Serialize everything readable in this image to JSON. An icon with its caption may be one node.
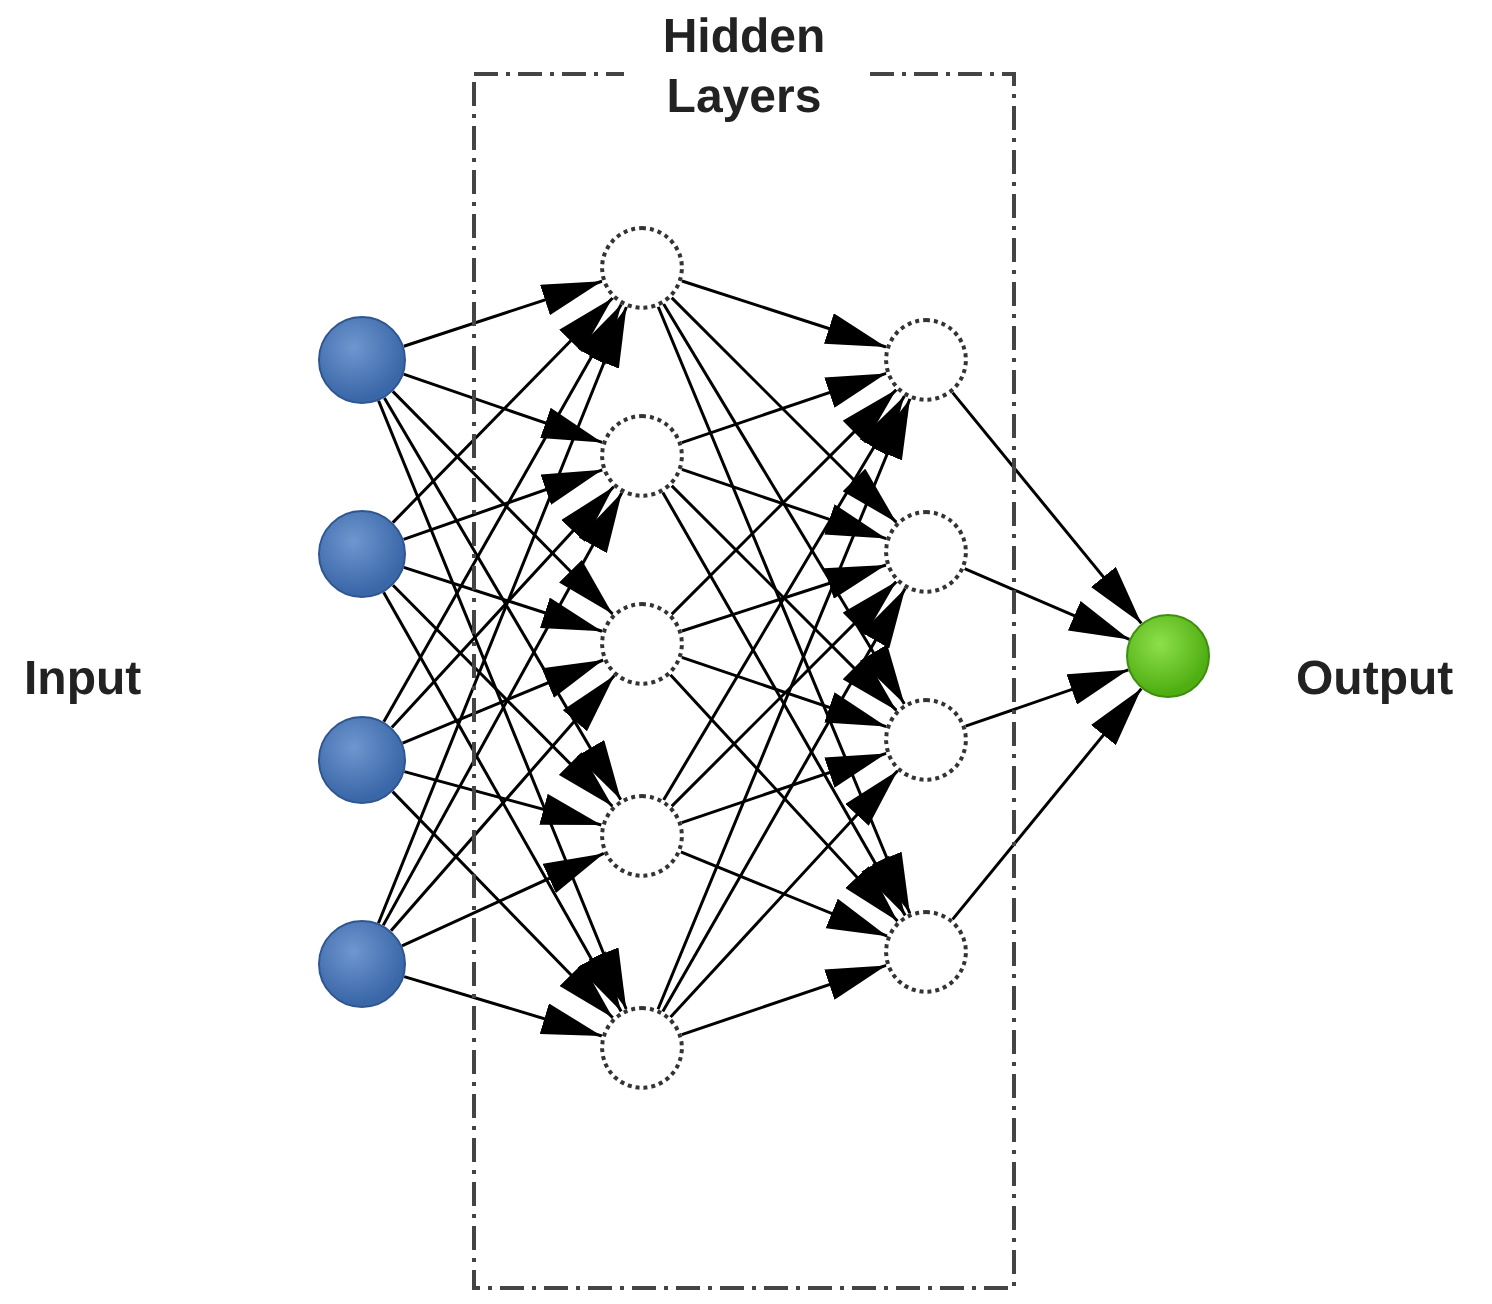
{
  "diagram": {
    "nodes": [
      {
        "text": [],
        "shape": "circle"
      },
      {
        "text": [],
        "shape": "circle"
      },
      {
        "text": [],
        "shape": "circle"
      },
      {
        "text": [],
        "shape": "circle"
      },
      {
        "text": [
          "Hidden Layers"
        ]
      },
      {
        "text": [],
        "shape": "circle",
        "in": 4
      },
      {
        "text": [],
        "shape": "circle",
        "in": 4
      },
      {
        "text": [],
        "shape": "circle",
        "in": 4
      },
      {
        "text": [],
        "shape": "circle",
        "in": 4
      },
      {
        "text": [],
        "shape": "circle",
        "in": 4
      },
      {
        "text": [],
        "shape": "circle",
        "in": 4
      },
      {
        "text": [],
        "shape": "circle",
        "in": 4
      },
      {
        "text": [],
        "shape": "circle",
        "in": 4
      },
      {
        "text": [],
        "shape": "circle",
        "in": 4
      },
      {
        "text": [],
        "shape": "circle"
      }
    ],
    "edges": [
      {
        "from": 0,
        "to": 5,
        "arrow": "to"
      },
      {
        "from": 0,
        "to": 6,
        "arrow": "to"
      },
      {
        "from": 0,
        "to": 7,
        "arrow": "to"
      },
      {
        "from": 0,
        "to": 8,
        "arrow": "to"
      },
      {
        "from": 0,
        "to": 9,
        "arrow": "to"
      },
      {
        "from": 1,
        "to": 5,
        "arrow": "to"
      },
      {
        "from": 1,
        "to": 6,
        "arrow": "to"
      },
      {
        "from": 1,
        "to": 7,
        "arrow": "to"
      },
      {
        "from": 1,
        "to": 8,
        "arrow": "to"
      },
      {
        "from": 1,
        "to": 9,
        "arrow": "to"
      },
      {
        "from": 2,
        "to": 5,
        "arrow": "to"
      },
      {
        "from": 2,
        "to": 6,
        "arrow": "to"
      },
      {
        "from": 2,
        "to": 7,
        "arrow": "to"
      },
      {
        "from": 2,
        "to": 8,
        "arrow": "to"
      },
      {
        "from": 2,
        "to": 9,
        "arrow": "to"
      },
      {
        "from": 3,
        "to": 5,
        "arrow": "to"
      },
      {
        "from": 3,
        "to": 6,
        "arrow": "to"
      },
      {
        "from": 3,
        "to": 7,
        "arrow": "to"
      },
      {
        "from": 3,
        "to": 8,
        "arrow": "to"
      },
      {
        "from": 3,
        "to": 9,
        "arrow": "to"
      },
      {
        "from": 5,
        "to": 10,
        "arrow": "to"
      },
      {
        "from": 5,
        "to": 11,
        "arrow": "to"
      },
      {
        "from": 5,
        "to": 12,
        "arrow": "to"
      },
      {
        "from": 5,
        "to": 13,
        "arrow": "to"
      },
      {
        "from": 6,
        "to": 10,
        "arrow": "to"
      },
      {
        "from": 6,
        "to": 11,
        "arrow": "to"
      },
      {
        "from": 6,
        "to": 12,
        "arrow": "to"
      },
      {
        "from": 6,
        "to": 13,
        "arrow": "to"
      },
      {
        "from": 7,
        "to": 10,
        "arrow": "to"
      },
      {
        "from": 7,
        "to": 11,
        "arrow": "to"
      },
      {
        "from": 7,
        "to": 12,
        "arrow": "to"
      },
      {
        "from": 7,
        "to": 13,
        "arrow": "to"
      },
      {
        "from": 8,
        "to": 10,
        "arrow": "to"
      },
      {
        "from": 8,
        "to": 11,
        "arrow": "to"
      },
      {
        "from": 8,
        "to": 12,
        "arrow": "to"
      },
      {
        "from": 8,
        "to": 13,
        "arrow": "to"
      },
      {
        "from": 9,
        "to": 10,
        "arrow": "to"
      },
      {
        "from": 9,
        "to": 11,
        "arrow": "to"
      },
      {
        "from": 9,
        "to": 12,
        "arrow": "to"
      },
      {
        "from": 9,
        "to": 13,
        "arrow": "to"
      },
      {
        "from": 10,
        "to": 14,
        "arrow": "to"
      },
      {
        "from": 11,
        "to": 14,
        "arrow": "to"
      },
      {
        "from": 12,
        "to": 14,
        "arrow": "to"
      },
      {
        "from": 13,
        "to": 14,
        "arrow": "to"
      }
    ],
    "labels": [
      "Input",
      "Output"
    ]
  }
}
